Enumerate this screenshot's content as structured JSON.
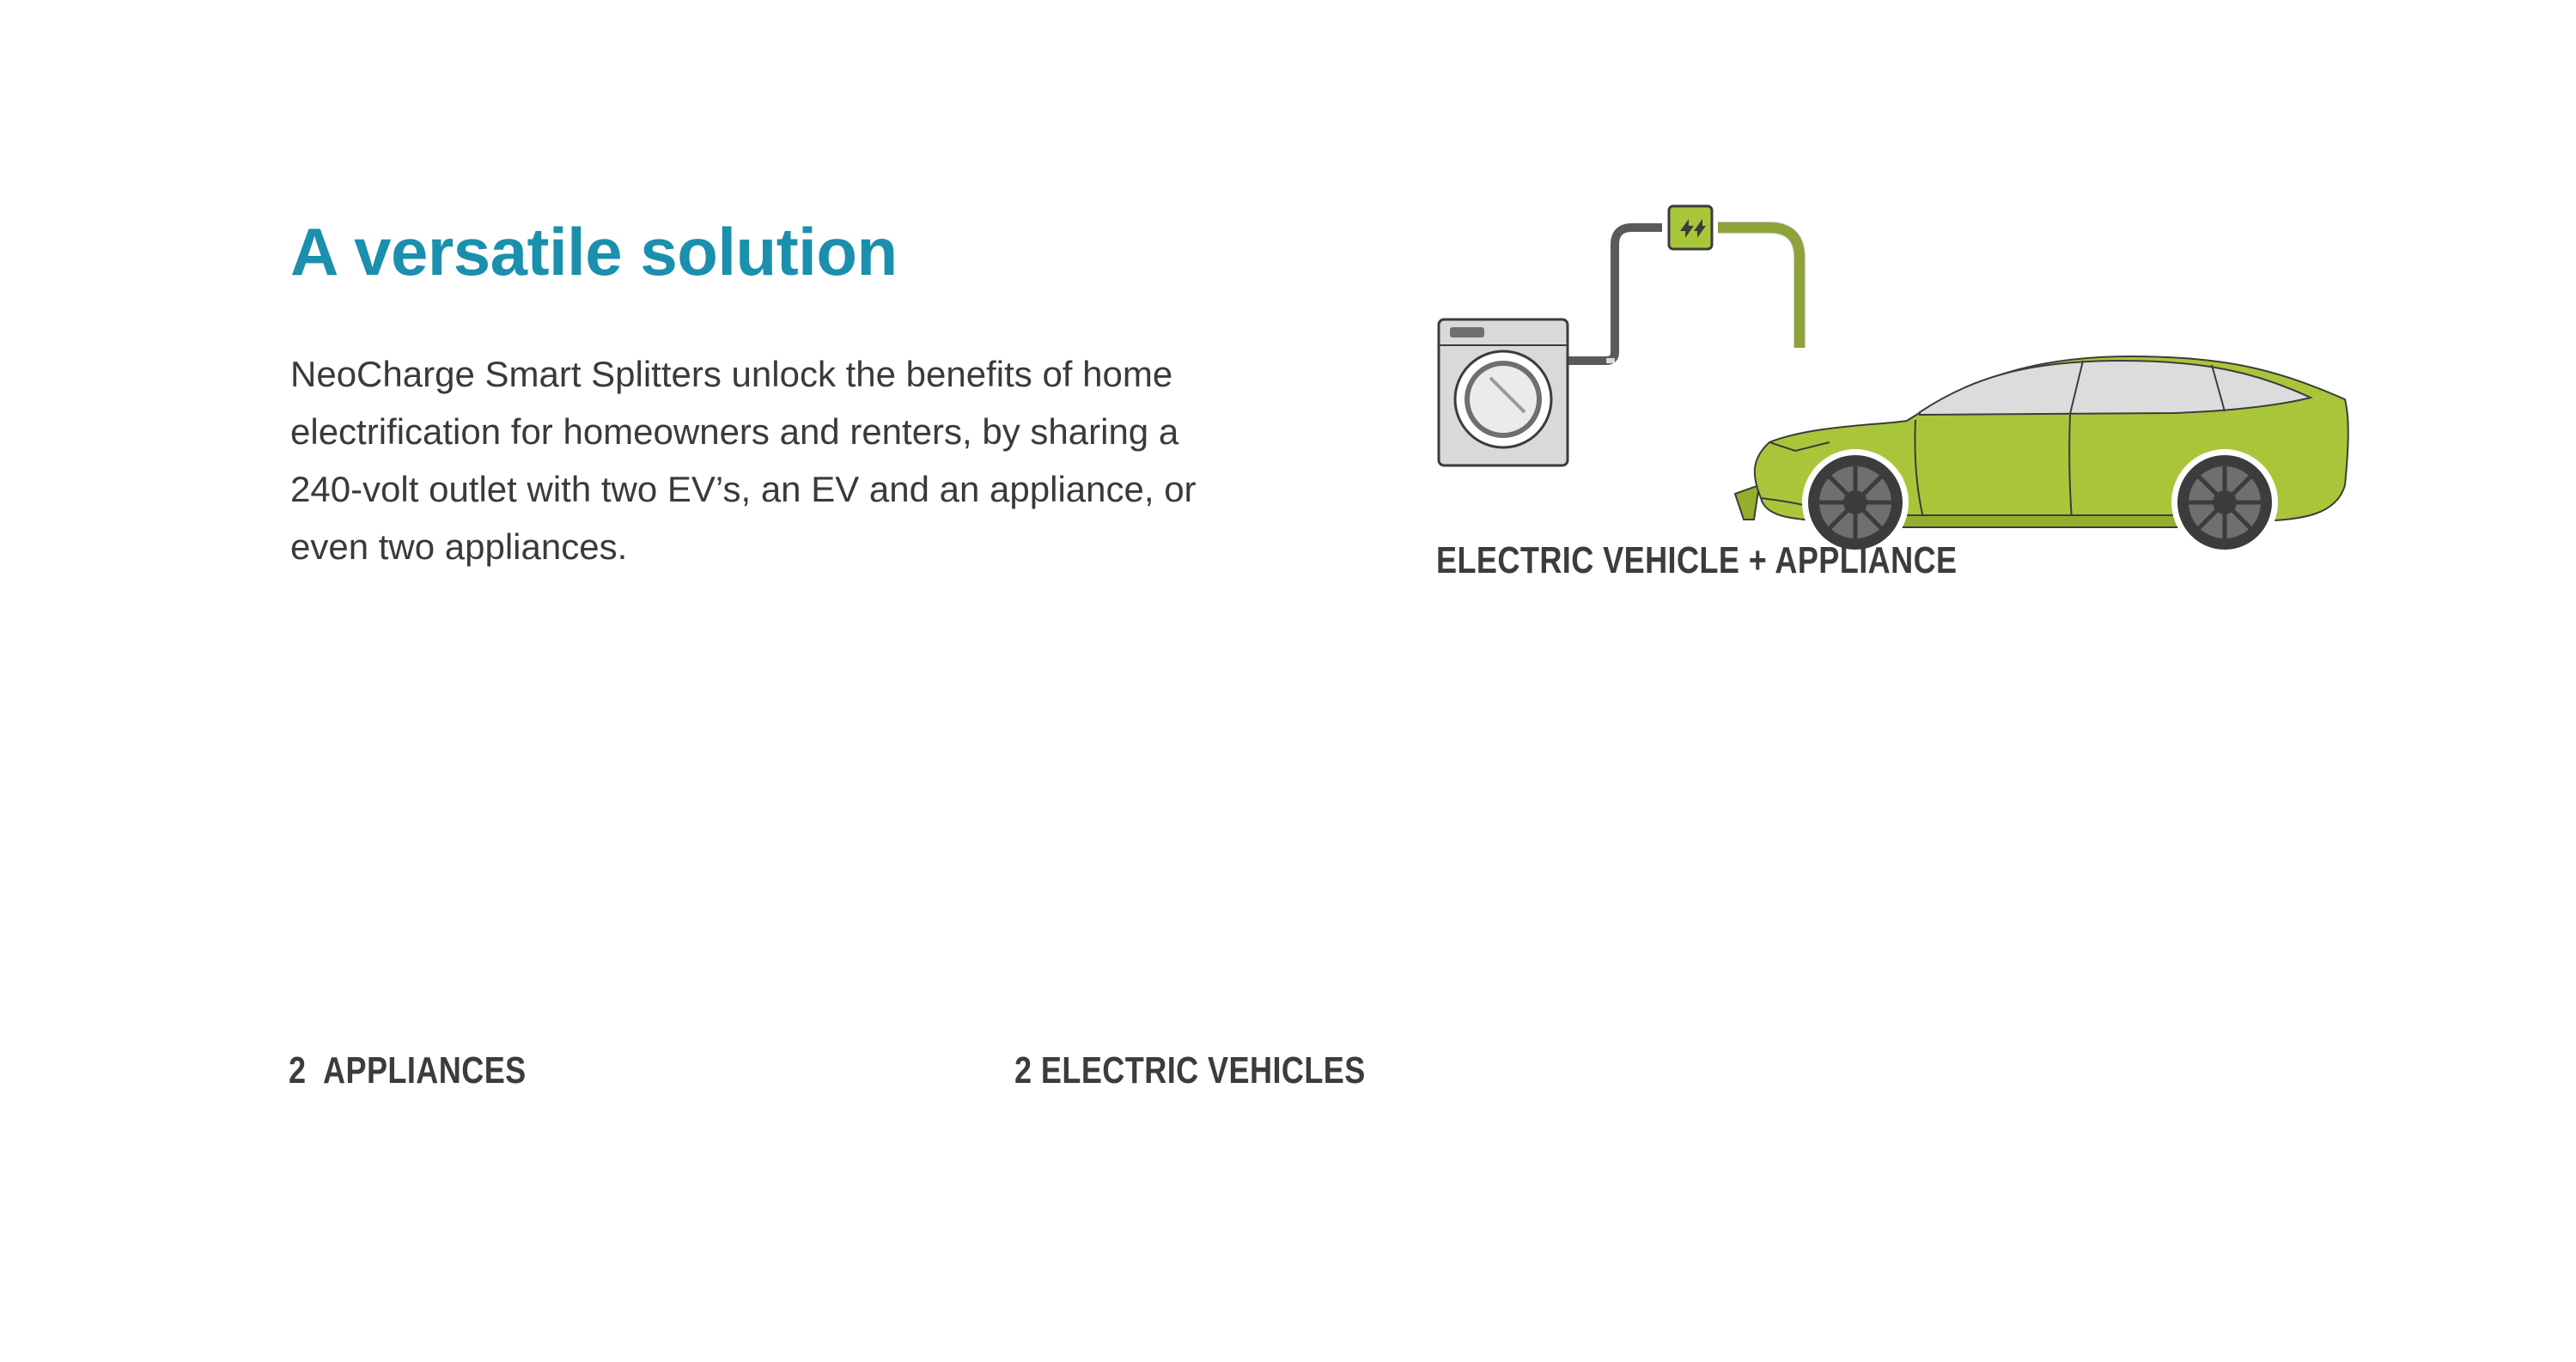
{
  "heading": "A versatile solution",
  "description": "NeoCharge Smart Splitters unlock the benefits of home electrification for homeowners and renters, by sharing a 240-volt outlet with two EV’s, an EV and an appliance, or even two appliances.",
  "scenarios": {
    "ev_appliance": {
      "label": "ELECTRIC VEHICLE + APPLIANCE"
    },
    "two_appliances": {
      "label": "2  APPLIANCES"
    },
    "two_evs": {
      "label": "2 ELECTRIC VEHICLES"
    }
  },
  "colors": {
    "heading": "#1b8fae",
    "car_body": "#a9c63a",
    "cord": "#a9c63a",
    "washer_gray": "#d9d9d9",
    "outline": "#3c3c3c",
    "washer_glass": "#2bb5e0"
  },
  "icons": [
    "splitter-icon",
    "washing-machine-icon",
    "water-heater-icon",
    "electric-car-icon"
  ]
}
